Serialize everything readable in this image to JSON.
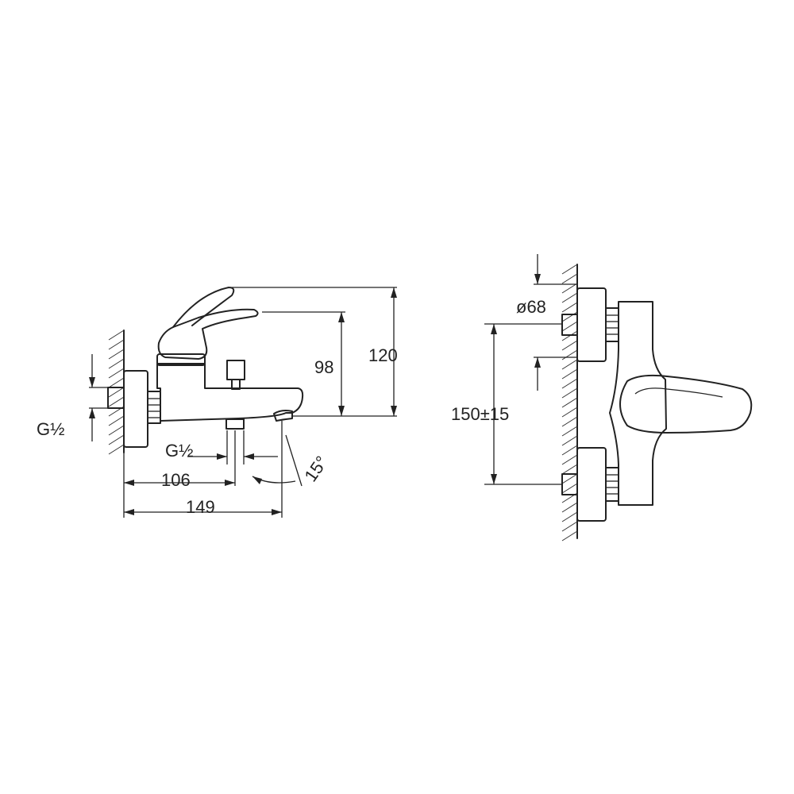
{
  "labels": {
    "thread_left": "G½",
    "thread_bottom": "G½",
    "dim_106": "106",
    "dim_149": "149",
    "dim_98": "98",
    "dim_120": "120",
    "angle": "15°",
    "diameter": "ø68",
    "centers": "150±15"
  },
  "colors": {
    "line": "#222222",
    "background": "#ffffff"
  }
}
